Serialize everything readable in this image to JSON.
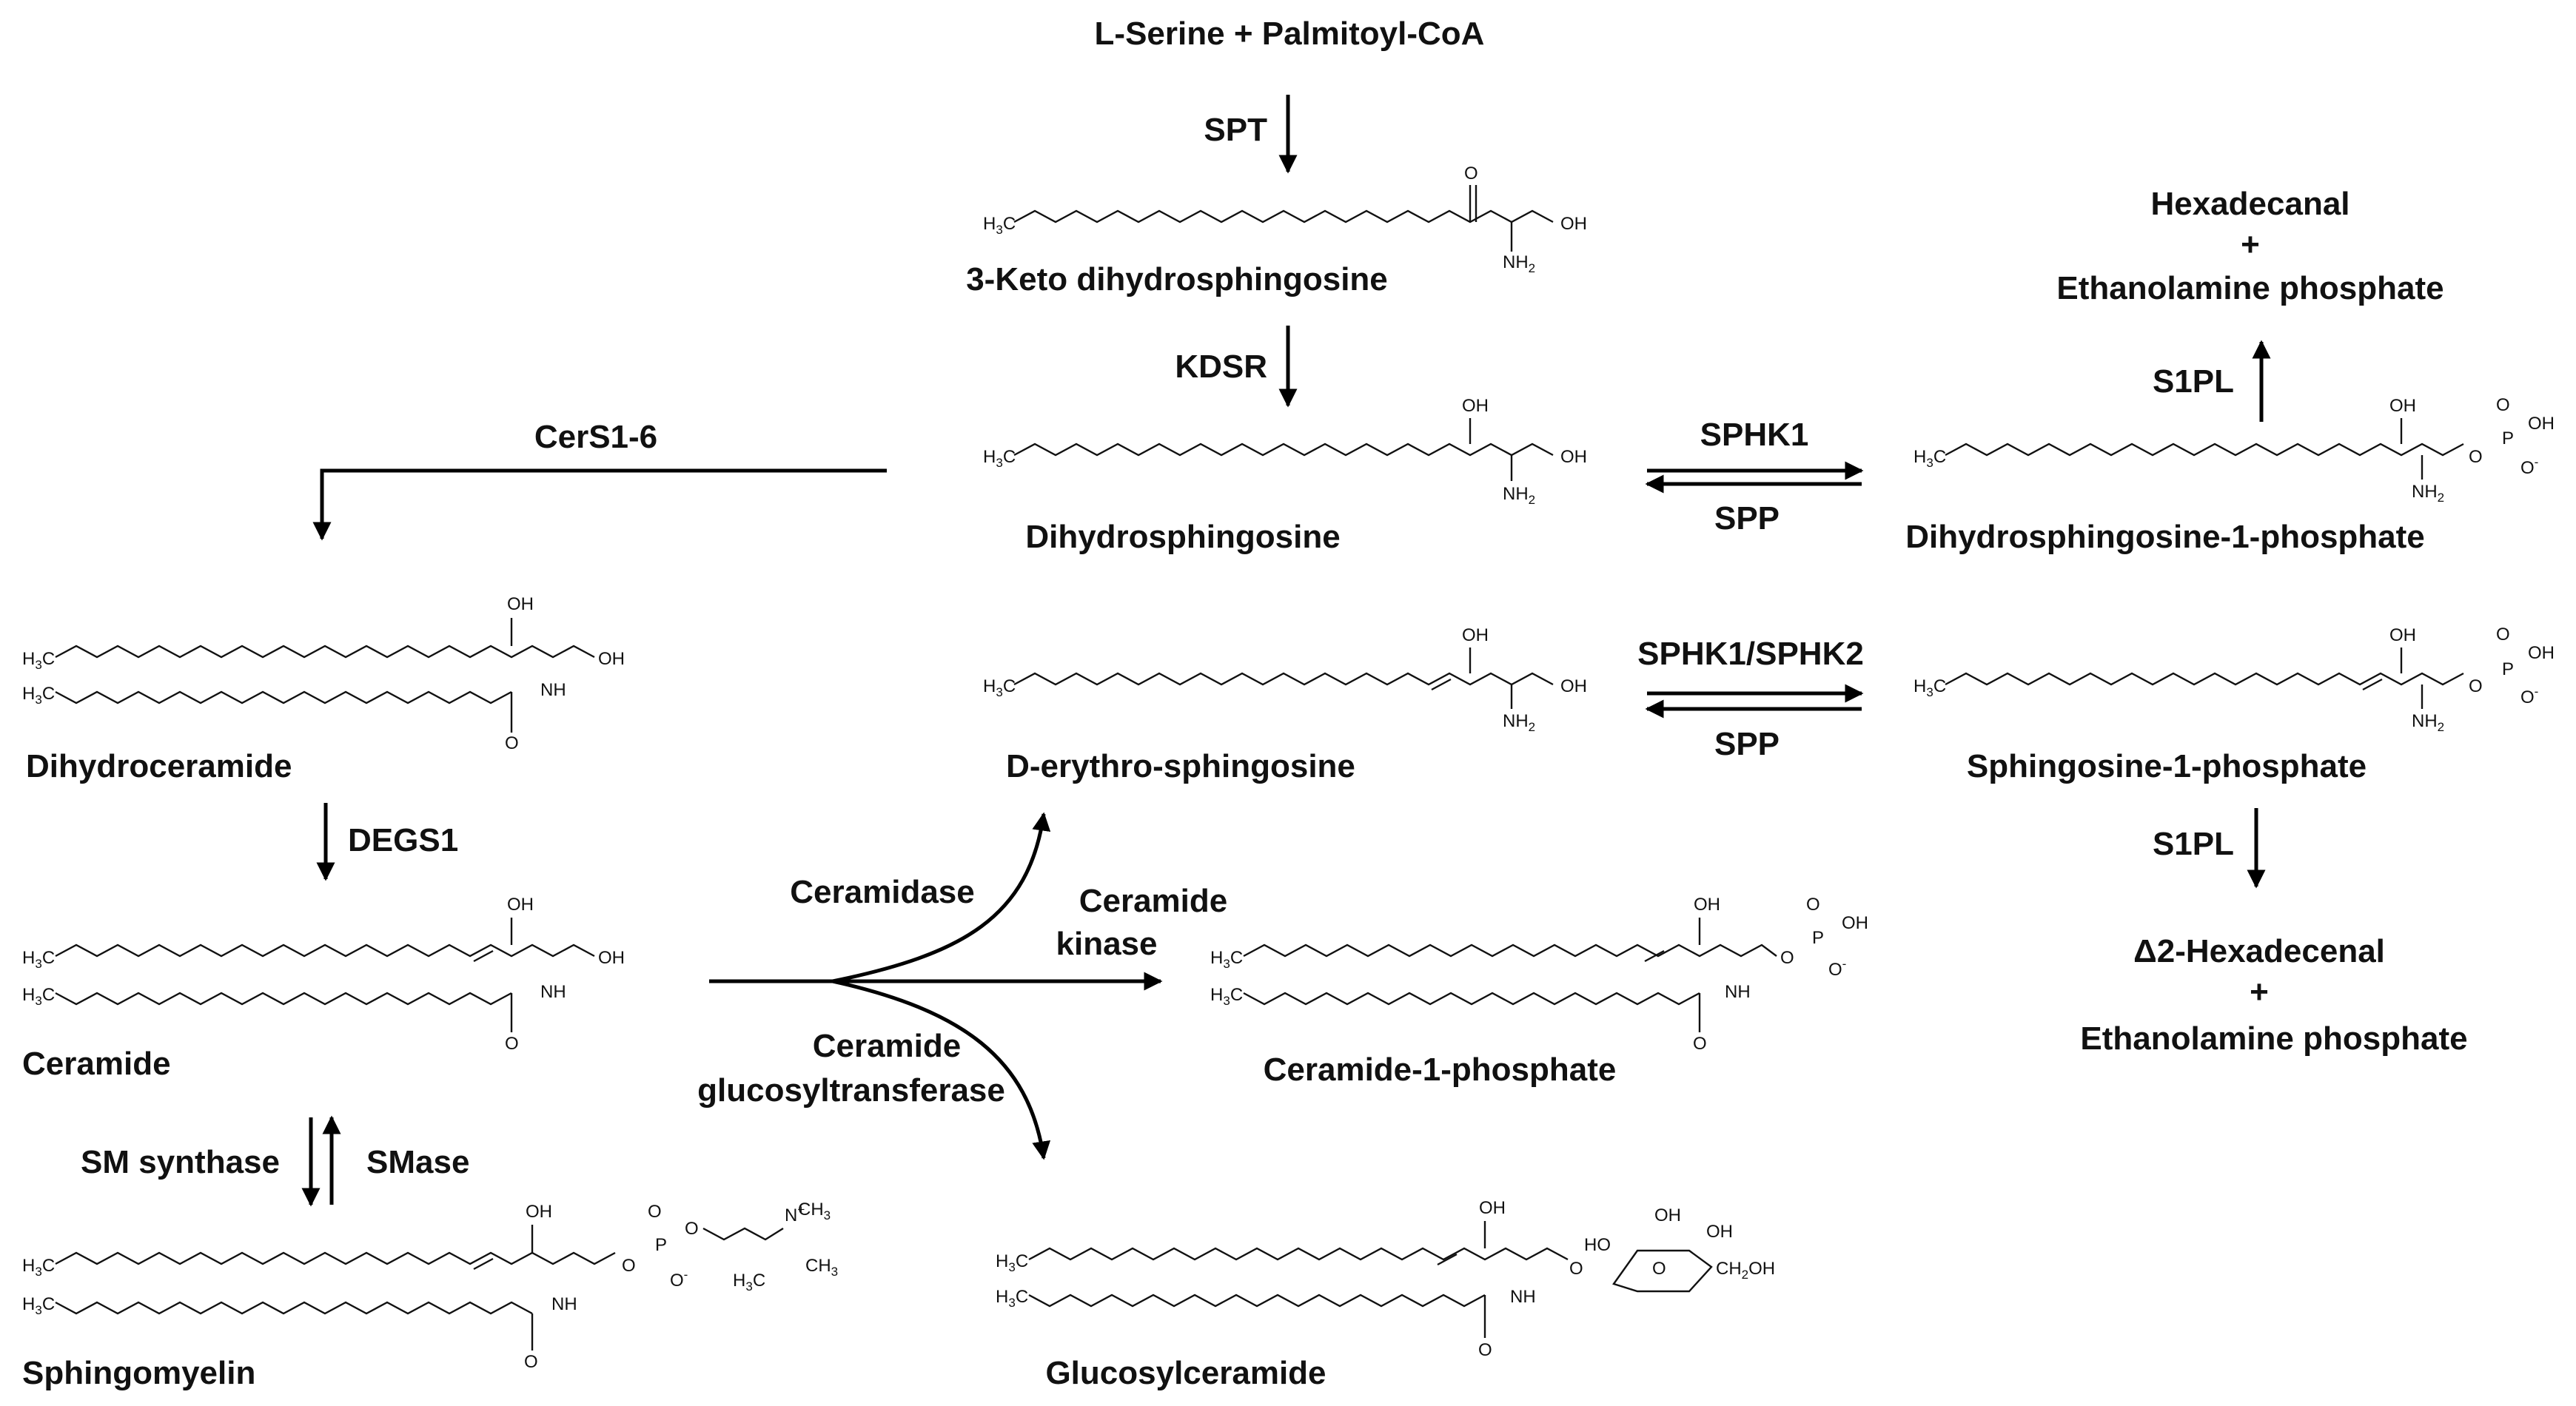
{
  "compounds": {
    "serine_palmitoyl": "L-Serine + Palmitoyl-CoA",
    "keto": "3-Keto dihydrosphingosine",
    "dhs": "Dihydrosphingosine",
    "dhs1p": "Dihydrosphingosine-1-phosphate",
    "sphingosine": "D-erythro-sphingosine",
    "s1p": "Sphingosine-1-phosphate",
    "dihydroceramide": "Dihydroceramide",
    "ceramide": "Ceramide",
    "sphingomyelin": "Sphingomyelin",
    "c1p": "Ceramide-1-phosphate",
    "glucosylceramide": "Glucosylceramide",
    "hexadecanal": "Hexadecanal",
    "plus": "+",
    "ethanolamine_phosphate": "Ethanolamine phosphate",
    "hexadecenal": "Δ2-Hexadecenal"
  },
  "enzymes": {
    "spt": "SPT",
    "kdsr": "KDSR",
    "cers": "CerS1-6",
    "sphk1": "SPHK1",
    "spp": "SPP",
    "sphk12": "SPHK1/SPHK2",
    "s1pl": "S1PL",
    "degs1": "DEGS1",
    "ceramidase": "Ceramidase",
    "ceramide_kinase_1": "Ceramide",
    "ceramide_kinase_2": "kinase",
    "glucosyltransferase_1": "Ceramide",
    "glucosyltransferase_2": "glucosyltransferase",
    "sm_synthase": "SM synthase",
    "smase": "SMase"
  },
  "atoms": {
    "c": "C",
    "h": "H",
    "sub3": "3",
    "sub2": "2",
    "o": "O",
    "oh": "OH",
    "nh": "NH",
    "nh2": "NH",
    "p": "P",
    "minus": "-",
    "cation": "+",
    "n": "N",
    "ch": "CH",
    "ho": "HO",
    "ch2oh": "CH",
    "oh_tail": "OH"
  }
}
